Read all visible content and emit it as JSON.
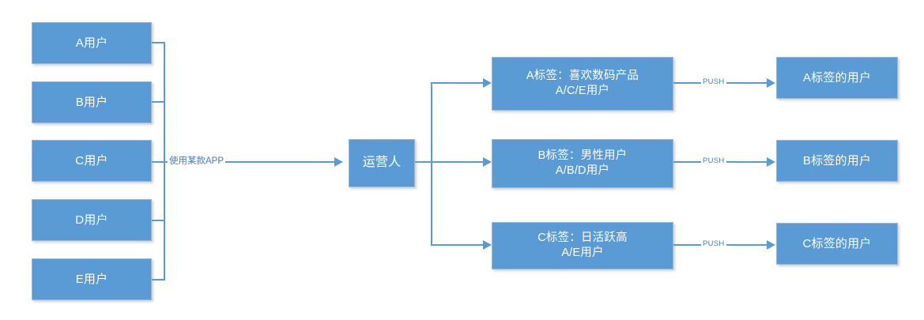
{
  "diagram": {
    "title": "User tagging and PUSH flow",
    "colors": {
      "node_fill": "#5B9BD5",
      "node_border": "#9DB8D2",
      "node_text": "#FFFFFF",
      "connector": "#5B9BD5",
      "edge_label_text": "#4A7EBB",
      "background": "#FFFFFF"
    },
    "source_users": [
      {
        "label": "A用户"
      },
      {
        "label": "B用户"
      },
      {
        "label": "C用户"
      },
      {
        "label": "D用户"
      },
      {
        "label": "E用户"
      }
    ],
    "edges": {
      "app_label": "使用某款APP",
      "push_label_a": "PUSH",
      "push_label_b": "PUSH",
      "push_label_c": "PUSH"
    },
    "operator": {
      "label": "运营人"
    },
    "tags": [
      {
        "line1": "A标签：喜欢数码产品",
        "line2": "A/C/E用户"
      },
      {
        "line1": "B标签：男性用户",
        "line2": "A/B/D用户"
      },
      {
        "line1": "C标签：日活跃高",
        "line2": "A/E用户"
      }
    ],
    "outputs": [
      {
        "label": "A标签的用户"
      },
      {
        "label": "B标签的用户"
      },
      {
        "label": "C标签的用户"
      }
    ]
  }
}
